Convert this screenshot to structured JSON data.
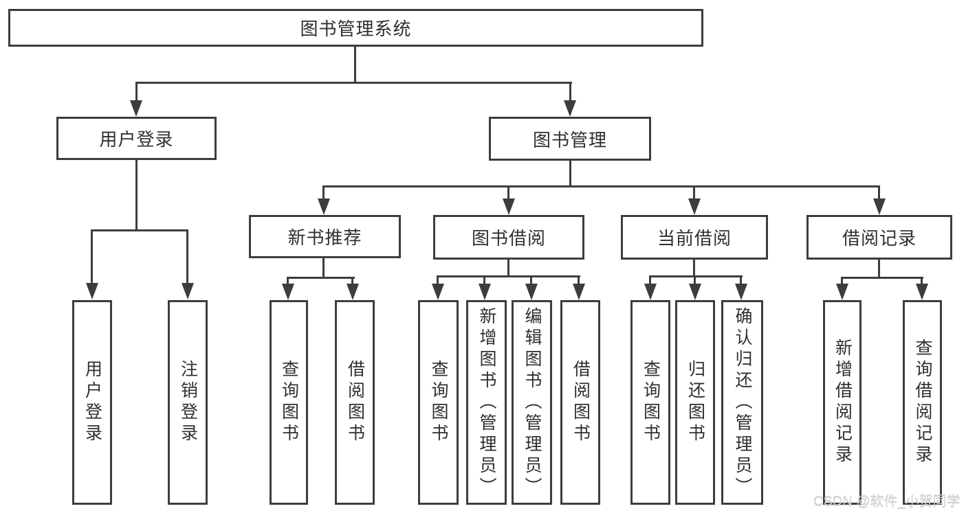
{
  "diagram": {
    "root": {
      "label": "图书管理系统"
    },
    "level2": [
      {
        "id": "user-login",
        "label": "用户登录"
      },
      {
        "id": "book-management",
        "label": "图书管理"
      }
    ],
    "level3": [
      {
        "id": "new-book-recommend",
        "parent": "图书管理",
        "label": "新书推荐"
      },
      {
        "id": "book-borrow",
        "parent": "图书管理",
        "label": "图书借阅"
      },
      {
        "id": "current-borrow",
        "parent": "图书管理",
        "label": "当前借阅"
      },
      {
        "id": "borrow-record",
        "parent": "图书管理",
        "label": "借阅记录"
      }
    ],
    "leaves": [
      {
        "parent": "用户登录",
        "label": "用户登录"
      },
      {
        "parent": "用户登录",
        "label": "注销登录"
      },
      {
        "parent": "新书推荐",
        "label": "查询图书"
      },
      {
        "parent": "新书推荐",
        "label": "借阅图书"
      },
      {
        "parent": "图书借阅",
        "label": "查询图书"
      },
      {
        "parent": "图书借阅",
        "label": "新增图书（管理员）"
      },
      {
        "parent": "图书借阅",
        "label": "编辑图书（管理员）"
      },
      {
        "parent": "图书借阅",
        "label": "借阅图书"
      },
      {
        "parent": "当前借阅",
        "label": "查询图书"
      },
      {
        "parent": "当前借阅",
        "label": "归还图书"
      },
      {
        "parent": "当前借阅",
        "label": "确认归还（管理员）"
      },
      {
        "parent": "借阅记录",
        "label": "新增借阅记录"
      },
      {
        "parent": "借阅记录",
        "label": "查询借阅记录"
      }
    ],
    "watermark": "CSDN @软件_小贺同学",
    "colors": {
      "line": "#3d3d3d",
      "text": "#2f2f2f",
      "watermark": "#d6d6d6",
      "background": "#ffffff"
    }
  }
}
